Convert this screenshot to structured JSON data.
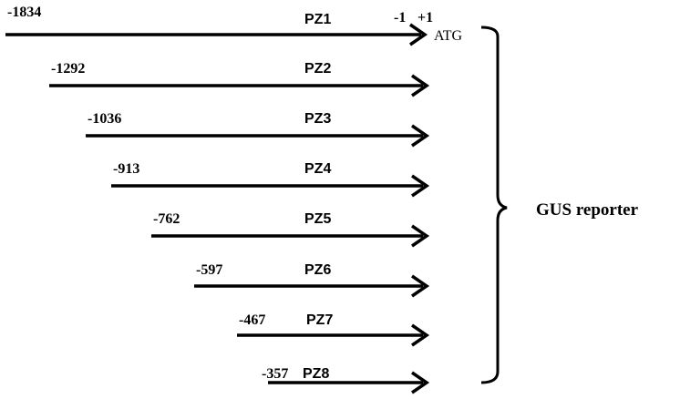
{
  "constructs": [
    {
      "name": "PZ1",
      "position": "-1834"
    },
    {
      "name": "PZ2",
      "position": "-1292"
    },
    {
      "name": "PZ3",
      "position": "-1036"
    },
    {
      "name": "PZ4",
      "position": "-913"
    },
    {
      "name": "PZ5",
      "position": "-762"
    },
    {
      "name": "PZ6",
      "position": "-597"
    },
    {
      "name": "PZ7",
      "position": "-467"
    },
    {
      "name": "PZ8",
      "position": "-357"
    }
  ],
  "markers": {
    "minus_one": "-1",
    "plus_one": "+1",
    "atg": "ATG"
  },
  "reporter": {
    "label": "GUS reporter"
  }
}
